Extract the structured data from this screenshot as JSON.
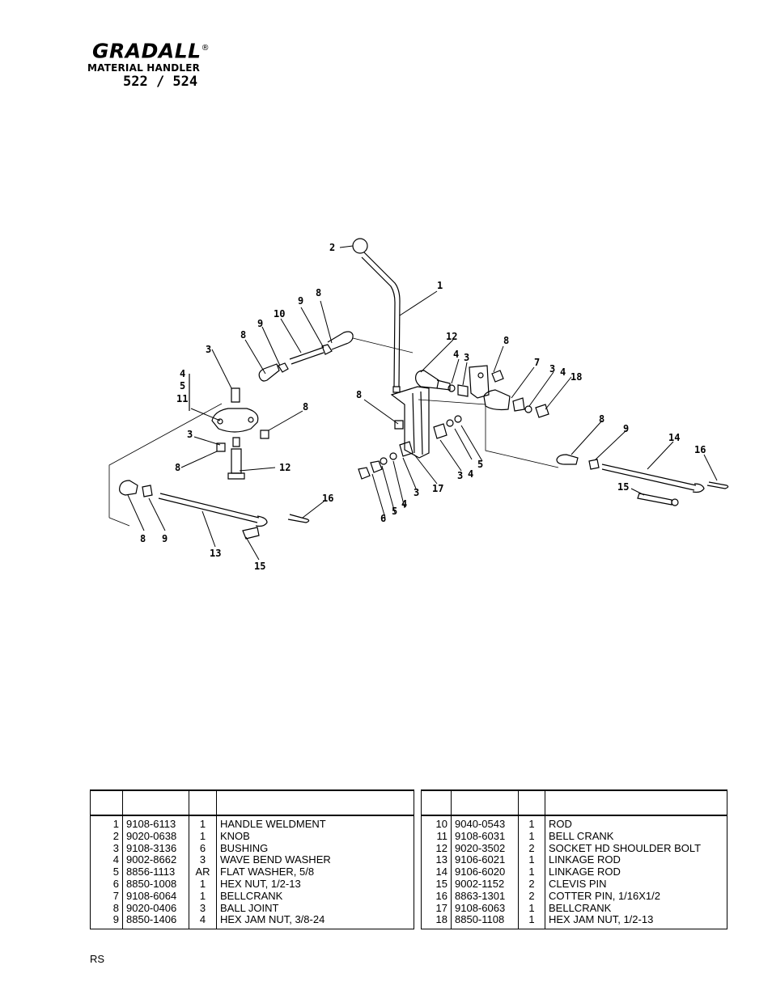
{
  "header": {
    "brand": "GRADALL",
    "registered_mark": "®",
    "subtitle": "MATERIAL HANDLER",
    "model": "522 / 524"
  },
  "diagram": {
    "callouts": [
      "1",
      "2",
      "3",
      "4",
      "5",
      "6",
      "7",
      "8",
      "9",
      "10",
      "11",
      "12",
      "13",
      "14",
      "15",
      "16",
      "17",
      "18"
    ]
  },
  "parts_left": [
    {
      "item": "1",
      "part": "9108-6113",
      "qty": "1",
      "desc": "HANDLE WELDMENT"
    },
    {
      "item": "2",
      "part": "9020-0638",
      "qty": "1",
      "desc": "KNOB"
    },
    {
      "item": "3",
      "part": "9108-3136",
      "qty": "6",
      "desc": "BUSHING"
    },
    {
      "item": "4",
      "part": "9002-8662",
      "qty": "3",
      "desc": "WAVE BEND WASHER"
    },
    {
      "item": "5",
      "part": "8856-1113",
      "qty": "AR",
      "desc": "FLAT WASHER, 5/8"
    },
    {
      "item": "6",
      "part": "8850-1008",
      "qty": "1",
      "desc": "HEX NUT, 1/2-13"
    },
    {
      "item": "7",
      "part": "9108-6064",
      "qty": "1",
      "desc": "BELLCRANK"
    },
    {
      "item": "8",
      "part": "9020-0406",
      "qty": "3",
      "desc": "BALL JOINT"
    },
    {
      "item": "9",
      "part": "8850-1406",
      "qty": "4",
      "desc": "HEX JAM NUT, 3/8-24"
    }
  ],
  "parts_right": [
    {
      "item": "10",
      "part": "9040-0543",
      "qty": "1",
      "desc": "ROD"
    },
    {
      "item": "11",
      "part": "9108-6031",
      "qty": "1",
      "desc": "BELL CRANK"
    },
    {
      "item": "12",
      "part": "9020-3502",
      "qty": "2",
      "desc": "SOCKET HD SHOULDER BOLT"
    },
    {
      "item": "13",
      "part": "9106-6021",
      "qty": "1",
      "desc": "LINKAGE ROD"
    },
    {
      "item": "14",
      "part": "9106-6020",
      "qty": "1",
      "desc": "LINKAGE ROD"
    },
    {
      "item": "15",
      "part": "9002-1152",
      "qty": "2",
      "desc": "CLEVIS PIN"
    },
    {
      "item": "16",
      "part": "8863-1301",
      "qty": "2",
      "desc": "COTTER PIN, 1/16X1/2"
    },
    {
      "item": "17",
      "part": "9108-6063",
      "qty": "1",
      "desc": "BELLCRANK"
    },
    {
      "item": "18",
      "part": "8850-1108",
      "qty": "1",
      "desc": "HEX JAM NUT, 1/2-13"
    }
  ],
  "footer": {
    "code": "RS"
  }
}
